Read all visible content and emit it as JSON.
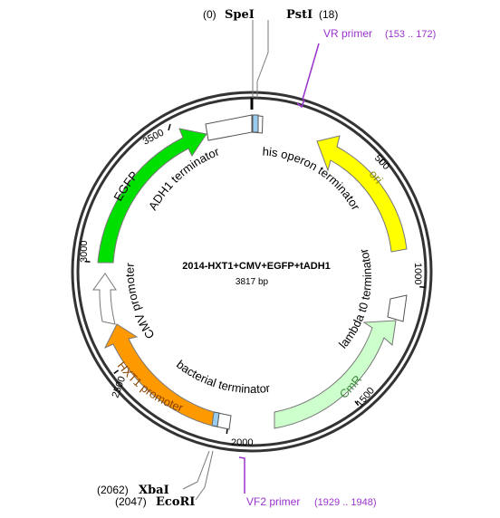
{
  "plasmid": {
    "name": "2014-HXT1+CMV+EGFP+tADH1",
    "size_label": "3817 bp",
    "length": 3817
  },
  "sites": [
    {
      "pos": "(0)",
      "name": "SpeI"
    },
    {
      "pos": "(18)",
      "name": "PstI"
    },
    {
      "pos": "(2062)",
      "name": "XbaI"
    },
    {
      "pos": "(2047)",
      "name": "EcoRI"
    }
  ],
  "primers": [
    {
      "name": "VR primer",
      "range": "(153 .. 172)"
    },
    {
      "name": "VF2 primer",
      "range": "(1929 .. 1948)"
    }
  ],
  "ticks": [
    "500",
    "1000",
    "1500",
    "2000",
    "2500",
    "3000",
    "3500"
  ],
  "features": [
    {
      "name": "his operon terminator",
      "color": "#ffffff"
    },
    {
      "name": "ori",
      "color": "#ffff00"
    },
    {
      "name": "lambda t0 terminator",
      "color": "#ffffff"
    },
    {
      "name": "CmR",
      "color": "#ccffcc"
    },
    {
      "name": "bacterial terminator",
      "color": "#ffffff"
    },
    {
      "name": "HXT1 promoter",
      "color": "#ff9900"
    },
    {
      "name": "CMV promoter",
      "color": "#ffffff"
    },
    {
      "name": "EGFP",
      "color": "#00e000"
    },
    {
      "name": "ADH1 terminator",
      "color": "#ffffff"
    }
  ],
  "colors": {
    "primer": "#9933cc",
    "ring": "#333333",
    "scar": "#99ccee"
  }
}
